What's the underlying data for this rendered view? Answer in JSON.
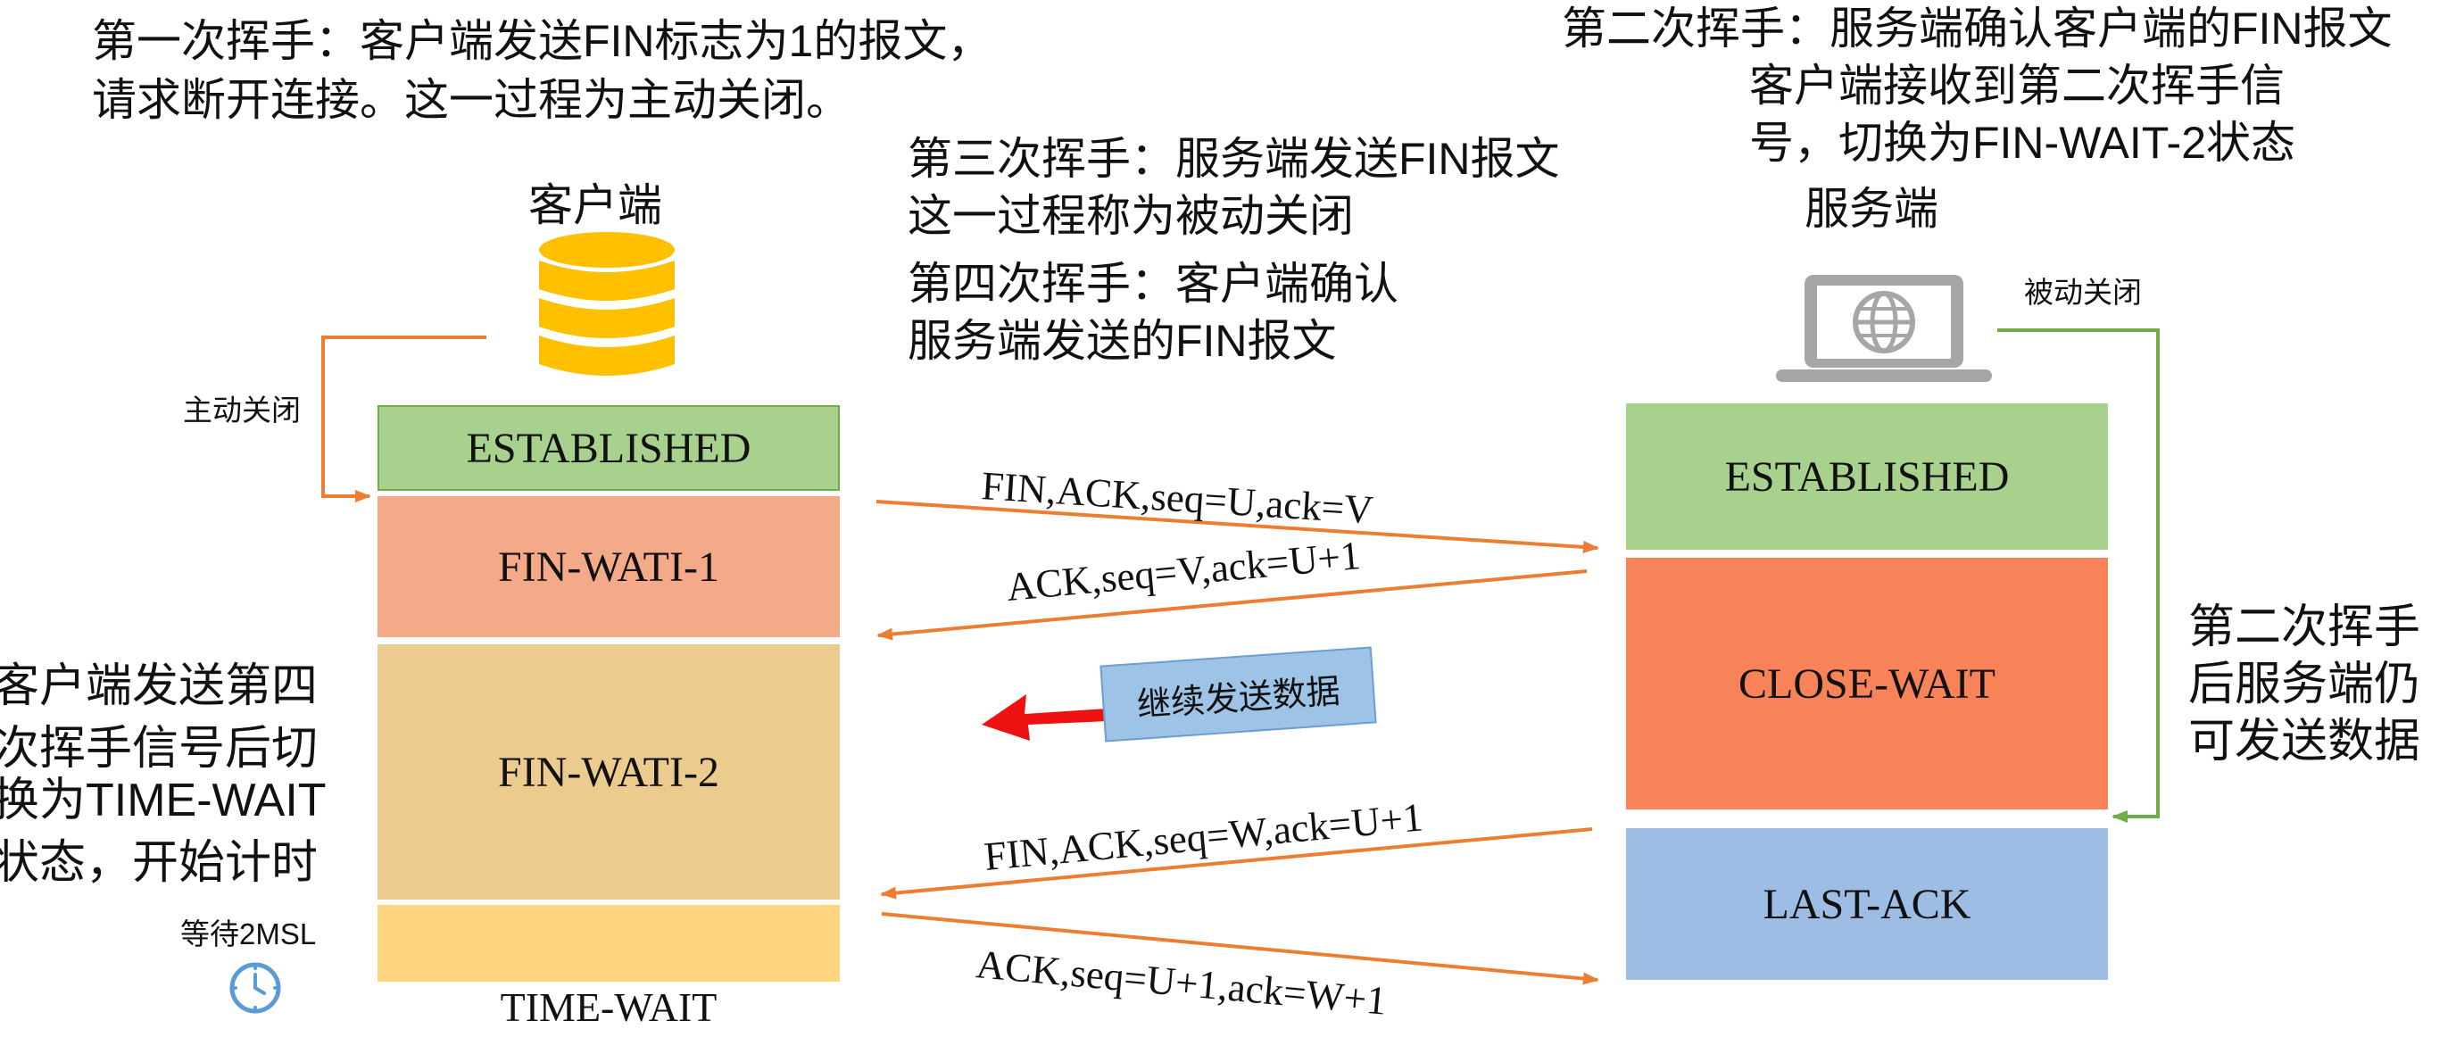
{
  "notes": {
    "first_wave_line1": "第一次挥手：客户端发送FIN标志为1的报文，",
    "first_wave_line2": "请求断开连接。这一过程为主动关闭。",
    "second_wave_line1": "第二次挥手：服务端确认客户端的FIN报文",
    "second_wave_line2": "客户端接收到第二次挥手信",
    "second_wave_line3": "号，切换为FIN-WAIT-2状态",
    "third_wave_line1": "第三次挥手：服务端发送FIN报文",
    "third_wave_line2": "这一过程称为被动关闭",
    "fourth_wave_line1": "第四次挥手：客户端确认",
    "fourth_wave_line2": "服务端发送的FIN报文",
    "client_time_wait_line1": "客户端发送第四",
    "client_time_wait_line2": "次挥手信号后切",
    "client_time_wait_line3": "换为TIME-WAIT",
    "client_time_wait_line4": "状态，开始计时",
    "server_can_send_line1": "第二次挥手",
    "server_can_send_line2": "后服务端仍",
    "server_can_send_line3": "可发送数据"
  },
  "client": {
    "title": "客户端",
    "active_close": "主动关闭",
    "wait_label": "等待2MSL",
    "icon": "database-icon",
    "states": {
      "established": "ESTABLISHED",
      "fin_wait_1": "FIN-WATI-1",
      "fin_wait_2": "FIN-WATI-2",
      "time_wait": "TIME-WAIT"
    }
  },
  "server": {
    "title": "服务端",
    "passive_close": "被动关闭",
    "icon": "laptop-globe-icon",
    "states": {
      "established": "ESTABLISHED",
      "close_wait": "CLOSE-WAIT",
      "last_ack": "LAST-ACK"
    }
  },
  "messages": {
    "msg1": "FIN,ACK,seq=U,ack=V",
    "msg2": "ACK,seq=V,ack=U+1",
    "msg3": "FIN,ACK,seq=W,ack=U+1",
    "msg4": "ACK,seq=U+1,ack=W+1"
  },
  "continue_sending": "继续发送数据",
  "colors": {
    "established": "#a9d18e",
    "fin_wait_1": "#f4a988",
    "fin_wait_2": "#eccb8e",
    "time_wait": "#ffd580",
    "close_wait": "#f88358",
    "last_ack": "#9dbde4",
    "arrow": "#ed7d31",
    "green_line": "#70ad47",
    "red_arrow": "#ee1111",
    "database": "#ffc000",
    "laptop": "#a6a6a6"
  }
}
